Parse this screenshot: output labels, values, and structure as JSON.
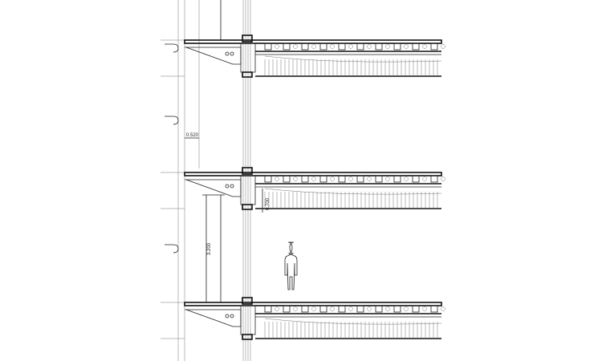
{
  "drawing": {
    "type": "building section",
    "dimensions": {
      "sill_height": "0.520",
      "beam_depth": "0.700",
      "floor_height": "3.200"
    },
    "floors": 3
  }
}
